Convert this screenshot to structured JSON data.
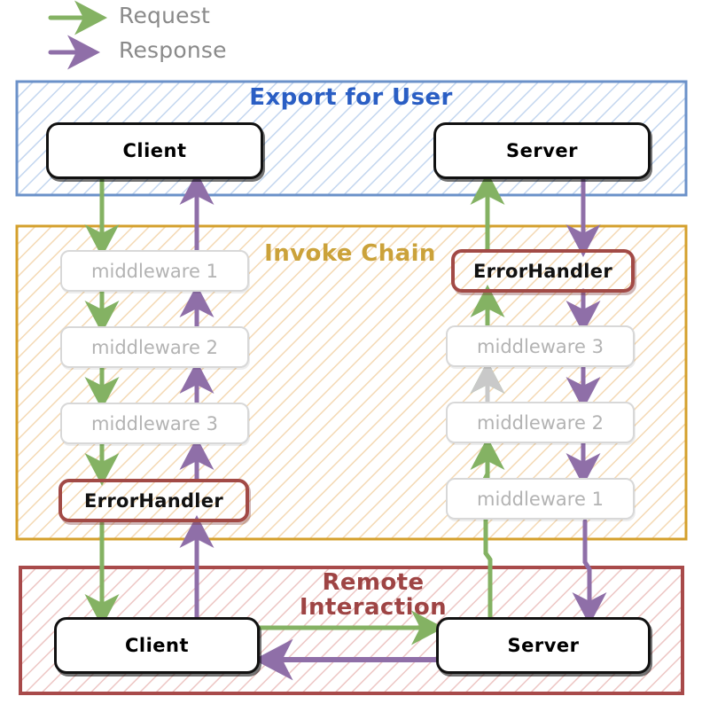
{
  "diagram": {
    "title": "Invoke Chain / Remote Interaction flow",
    "colors": {
      "request_green": "#84b263",
      "response_purple": "#8f6fa8",
      "inactive_gray": "#c9c9c9",
      "export_blue": "#2a5ec4",
      "export_border": "#6b91c9",
      "invoke_gold": "#cba23a",
      "invoke_border": "#d4a02c",
      "remote_red": "#9e4444",
      "remote_border": "#a84a4a",
      "endpoint_border": "#111111",
      "middleware_border": "#d8d8d8",
      "middleware_text": "#b3b3b3",
      "errorhandler_border": "#a24a46"
    }
  },
  "legend": {
    "items": [
      {
        "label": "Request",
        "icon": "arrow-right-icon",
        "color": "#84b263"
      },
      {
        "label": "Response",
        "icon": "arrow-right-icon",
        "color": "#8f6fa8"
      }
    ]
  },
  "sections": [
    {
      "id": "export-for-user",
      "title": "Export for User",
      "accent": "#2a5ec4"
    },
    {
      "id": "invoke-chain",
      "title": "Invoke Chain",
      "accent": "#cba23a"
    },
    {
      "id": "remote-interaction",
      "title": "Remote\nInteraction",
      "accent": "#9e4444"
    }
  ],
  "nodes": {
    "export": [
      {
        "id": "export-client",
        "label": "Client",
        "kind": "endpoint"
      },
      {
        "id": "export-server",
        "label": "Server",
        "kind": "endpoint"
      }
    ],
    "invoke_left": [
      {
        "id": "left-mw-1",
        "label": "middleware 1",
        "kind": "middleware"
      },
      {
        "id": "left-mw-2",
        "label": "middleware 2",
        "kind": "middleware"
      },
      {
        "id": "left-mw-3",
        "label": "middleware 3",
        "kind": "middleware"
      },
      {
        "id": "left-errhandler",
        "label": "ErrorHandler",
        "kind": "errorhandler"
      }
    ],
    "invoke_right": [
      {
        "id": "right-errhandler",
        "label": "ErrorHandler",
        "kind": "errorhandler"
      },
      {
        "id": "right-mw-3",
        "label": "middleware 3",
        "kind": "middleware"
      },
      {
        "id": "right-mw-2",
        "label": "middleware 2",
        "kind": "middleware"
      },
      {
        "id": "right-mw-1",
        "label": "middleware 1",
        "kind": "middleware"
      }
    ],
    "remote": [
      {
        "id": "remote-client",
        "label": "Client",
        "kind": "endpoint"
      },
      {
        "id": "remote-server",
        "label": "Server",
        "kind": "endpoint"
      }
    ]
  },
  "flows": [
    {
      "from": "export-client",
      "to": "left-mw-1",
      "type": "request"
    },
    {
      "from": "left-mw-1",
      "to": "left-mw-2",
      "type": "request"
    },
    {
      "from": "left-mw-2",
      "to": "left-mw-3",
      "type": "request"
    },
    {
      "from": "left-mw-3",
      "to": "left-errhandler",
      "type": "request"
    },
    {
      "from": "left-errhandler",
      "to": "remote-client",
      "type": "request"
    },
    {
      "from": "remote-client",
      "to": "remote-server",
      "type": "request"
    },
    {
      "from": "remote-server",
      "to": "right-mw-1",
      "type": "request"
    },
    {
      "from": "right-mw-1",
      "to": "right-mw-2",
      "type": "request"
    },
    {
      "from": "right-mw-2",
      "to": "right-mw-3",
      "type": "inactive"
    },
    {
      "from": "right-mw-3",
      "to": "right-errhandler",
      "type": "request"
    },
    {
      "from": "right-errhandler",
      "to": "export-server",
      "type": "request"
    },
    {
      "from": "export-server",
      "to": "right-errhandler",
      "type": "response"
    },
    {
      "from": "right-errhandler",
      "to": "right-mw-3",
      "type": "response"
    },
    {
      "from": "right-mw-3",
      "to": "right-mw-2",
      "type": "response"
    },
    {
      "from": "right-mw-2",
      "to": "right-mw-1",
      "type": "response"
    },
    {
      "from": "right-mw-1",
      "to": "remote-server",
      "type": "response"
    },
    {
      "from": "remote-server",
      "to": "remote-client",
      "type": "response"
    },
    {
      "from": "remote-client",
      "to": "left-errhandler",
      "type": "response"
    },
    {
      "from": "left-errhandler",
      "to": "left-mw-3",
      "type": "response"
    },
    {
      "from": "left-mw-3",
      "to": "left-mw-2",
      "type": "response"
    },
    {
      "from": "left-mw-2",
      "to": "left-mw-1",
      "type": "response"
    },
    {
      "from": "left-mw-1",
      "to": "export-client",
      "type": "response"
    }
  ]
}
